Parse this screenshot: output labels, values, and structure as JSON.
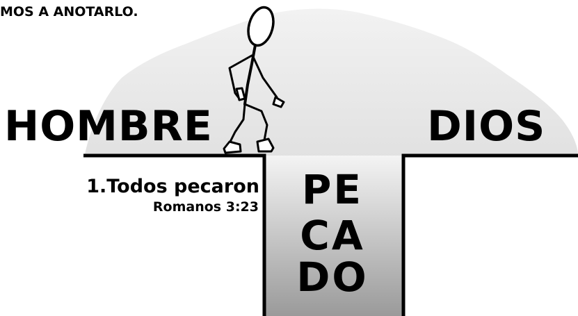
{
  "caption": "MOS A ANOTARLO.",
  "left_label": "HOMBRE",
  "right_label": "DIOS",
  "gap_label": {
    "line1": "PE",
    "line2": "CA",
    "line3": "DO"
  },
  "points": [
    {
      "title": "1.Todos pecaron",
      "reference": "Romanos 3:23"
    }
  ],
  "colors": {
    "ink": "#000000",
    "cloud_light": "#efefef",
    "cloud_mid": "#d4d4d4",
    "pit_light": "#f2f2f2",
    "pit_dark": "#9c9c9c"
  },
  "figure": "stick-figure-walking"
}
